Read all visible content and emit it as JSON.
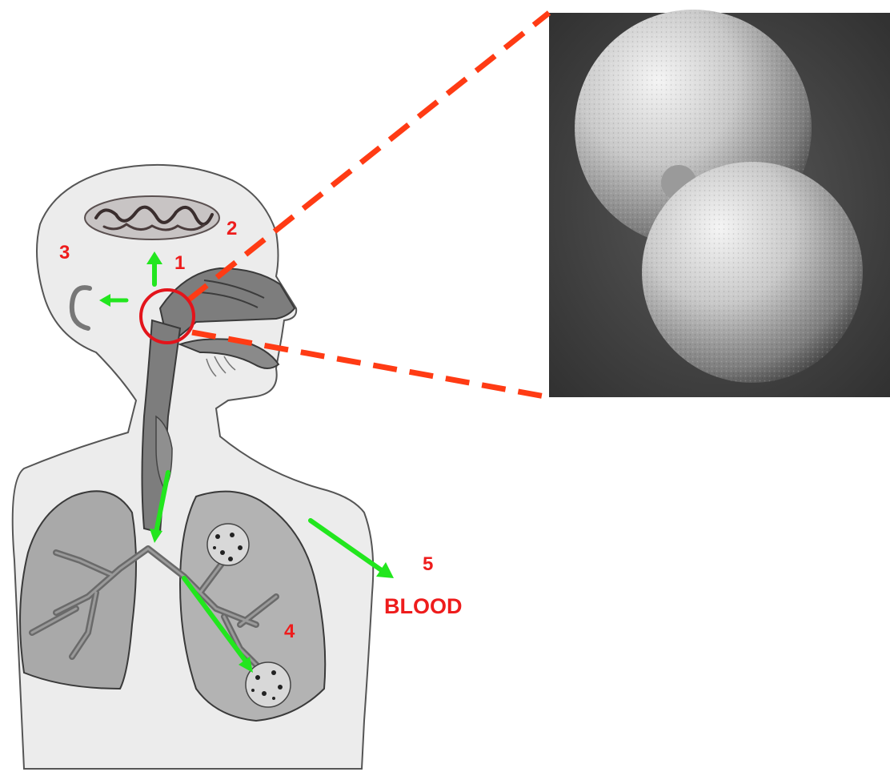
{
  "labels": {
    "site_1": "1",
    "site_2": "2",
    "site_3": "3",
    "site_4": "4",
    "site_5": "5",
    "blood": "BLOOD"
  },
  "colors": {
    "label_red": "#ee1c1c",
    "arrow_green": "#22e61e",
    "zoom_line": "#ff3b14",
    "highlight_circle": "#e3141b",
    "micrograph_background": "#3c3c3c",
    "body_fill": "#e9e9e9",
    "airway_fill": "#7a7a7a",
    "lung_fill": "#a9a9a9"
  },
  "icons": {
    "arrows": "arrow-icon",
    "brain": "brain-icon",
    "ear": "ear-icon",
    "bacteria": "diplococcus-icon"
  }
}
